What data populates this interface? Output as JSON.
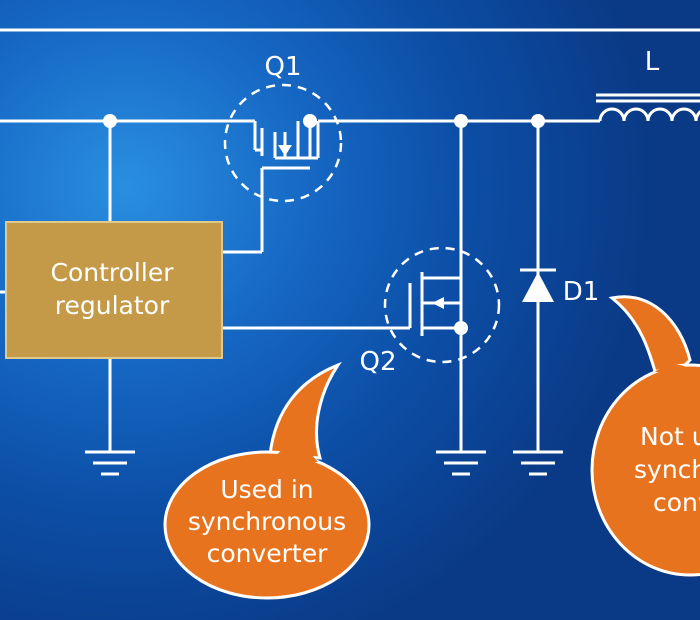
{
  "diagram": {
    "labels": {
      "q1": "Q1",
      "q2": "Q2",
      "d1": "D1",
      "l": "L"
    },
    "controller": {
      "line1": "Controller",
      "line2": "regulator"
    },
    "callouts": [
      {
        "lines": [
          "Used in",
          "synchronous",
          "converter"
        ]
      },
      {
        "lines": [
          "Not u",
          "synch",
          "conv"
        ]
      }
    ],
    "colors": {
      "wire": "#ffffff",
      "controller_fill": "#c49a48",
      "callout_fill": "#e8731f"
    }
  }
}
